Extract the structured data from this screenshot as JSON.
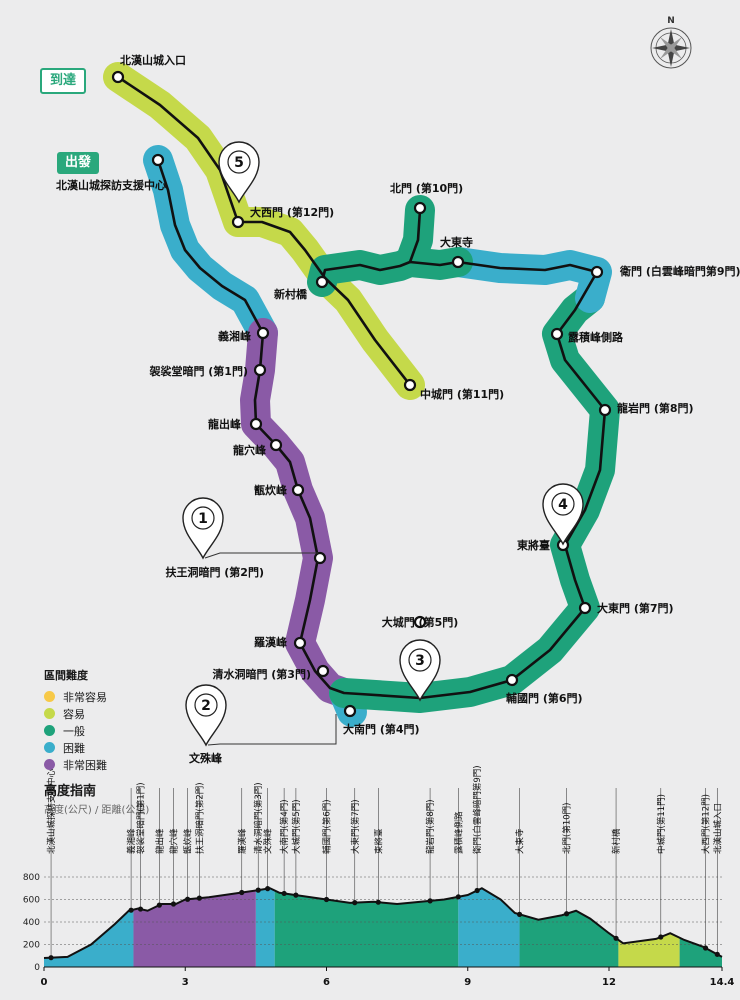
{
  "map": {
    "badges": {
      "arrive": "到達",
      "start": "出發"
    },
    "compass_letter": "N",
    "points": [
      {
        "id": "entrance",
        "label": "北漢山城入口"
      },
      {
        "id": "center",
        "label": "北漢山城探訪支援中心"
      },
      {
        "id": "daeseomun",
        "label": "大西門 (第12門)"
      },
      {
        "id": "bukmun",
        "label": "北門 (第10門)"
      },
      {
        "id": "daedongsa",
        "label": "大東寺"
      },
      {
        "id": "wimun",
        "label": "衛門 (白雲峰暗門第9門)"
      },
      {
        "id": "sinchongyo",
        "label": "新村橋"
      },
      {
        "id": "jeokbong",
        "label": "露積峰側路"
      },
      {
        "id": "uisangbong",
        "label": "義湘峰"
      },
      {
        "id": "gasadang",
        "label": "袈裟堂暗門 (第1門)"
      },
      {
        "id": "jungseongmun",
        "label": "中城門 (第11門)"
      },
      {
        "id": "yongammun",
        "label": "龍岩門 (第8門)"
      },
      {
        "id": "yongchulbong",
        "label": "龍出峰"
      },
      {
        "id": "yonghyeolbong",
        "label": "龍穴峰"
      },
      {
        "id": "jeungchwibong",
        "label": "甑炊峰"
      },
      {
        "id": "dongjangdae",
        "label": "東將臺"
      },
      {
        "id": "buwang",
        "label": "扶王洞暗門 (第2門)"
      },
      {
        "id": "daedongmun",
        "label": "大東門 (第7門)"
      },
      {
        "id": "daeseongmun",
        "label": "大城門 (第5門)"
      },
      {
        "id": "nahanbong",
        "label": "羅漢峰"
      },
      {
        "id": "cheongsu",
        "label": "清水洞暗門 (第3門)"
      },
      {
        "id": "bogungmun",
        "label": "輔國門 (第6門)"
      },
      {
        "id": "daenammun",
        "label": "大南門 (第4門)"
      },
      {
        "id": "munsubong",
        "label": "文殊峰"
      }
    ],
    "pins": [
      "1",
      "2",
      "3",
      "4",
      "5"
    ]
  },
  "legend": {
    "title": "區間難度",
    "items": [
      {
        "label": "非常容易",
        "color": "#f7c948"
      },
      {
        "label": "容易",
        "color": "#c5d94a"
      },
      {
        "label": "一般",
        "color": "#1ea27b"
      },
      {
        "label": "困難",
        "color": "#3aaecb"
      },
      {
        "label": "非常困難",
        "color": "#8a5aa6"
      }
    ]
  },
  "elevation": {
    "title": "高度指南",
    "subtitle": "高度(公尺) / 距離(公里)",
    "chart_data": {
      "type": "area",
      "xlim": [
        0,
        14.4
      ],
      "ylim": [
        0,
        900
      ],
      "y_ticks": [
        "0",
        "200",
        "400",
        "600",
        "800"
      ],
      "x_ticks": [
        "0",
        "3",
        "6",
        "9",
        "12",
        "14.4"
      ],
      "profile": [
        [
          0,
          80
        ],
        [
          0.5,
          90
        ],
        [
          1.0,
          200
        ],
        [
          1.5,
          380
        ],
        [
          1.8,
          500
        ],
        [
          2.0,
          520
        ],
        [
          2.2,
          500
        ],
        [
          2.5,
          560
        ],
        [
          2.8,
          560
        ],
        [
          3.0,
          600
        ],
        [
          3.5,
          620
        ],
        [
          4.0,
          650
        ],
        [
          4.5,
          680
        ],
        [
          4.8,
          700
        ],
        [
          5.0,
          660
        ],
        [
          5.5,
          630
        ],
        [
          6.0,
          600
        ],
        [
          6.5,
          570
        ],
        [
          7.0,
          580
        ],
        [
          7.5,
          560
        ],
        [
          8.0,
          580
        ],
        [
          8.5,
          600
        ],
        [
          9.0,
          640
        ],
        [
          9.3,
          700
        ],
        [
          9.7,
          600
        ],
        [
          10.0,
          480
        ],
        [
          10.5,
          420
        ],
        [
          11.0,
          460
        ],
        [
          11.3,
          500
        ],
        [
          11.6,
          430
        ],
        [
          12.0,
          300
        ],
        [
          12.3,
          210
        ],
        [
          13.0,
          250
        ],
        [
          13.3,
          300
        ],
        [
          13.6,
          240
        ],
        [
          14.0,
          180
        ],
        [
          14.4,
          90
        ]
      ],
      "segments": [
        {
          "from": 0,
          "to": 1.9,
          "color": "#3aaecb"
        },
        {
          "from": 1.9,
          "to": 4.5,
          "color": "#8a5aa6"
        },
        {
          "from": 4.5,
          "to": 4.9,
          "color": "#3aaecb"
        },
        {
          "from": 4.9,
          "to": 8.8,
          "color": "#1ea27b"
        },
        {
          "from": 8.8,
          "to": 10.1,
          "color": "#3aaecb"
        },
        {
          "from": 10.1,
          "to": 12.2,
          "color": "#1ea27b"
        },
        {
          "from": 12.2,
          "to": 13.5,
          "color": "#c5d94a"
        },
        {
          "from": 13.5,
          "to": 14.4,
          "color": "#1ea27b"
        }
      ],
      "markers": [
        {
          "km": 0.15,
          "label": "北漢山城探訪支援中心"
        },
        {
          "km": 1.85,
          "label": "義湘峰"
        },
        {
          "km": 2.05,
          "label": "袈裟堂暗門(第1門)"
        },
        {
          "km": 2.45,
          "label": "龍出峰"
        },
        {
          "km": 2.75,
          "label": "龍穴峰"
        },
        {
          "km": 3.05,
          "label": "甑炊峰"
        },
        {
          "km": 3.3,
          "label": "扶王洞暗門(第2門)"
        },
        {
          "km": 4.2,
          "label": "羅漢峰"
        },
        {
          "km": 4.55,
          "label": "清水洞暗門(第3門)"
        },
        {
          "km": 4.75,
          "label": "文殊峰"
        },
        {
          "km": 5.1,
          "label": "大南門(第4門)"
        },
        {
          "km": 5.35,
          "label": "大城門(第5門)"
        },
        {
          "km": 6.0,
          "label": "輔國門(第6門)"
        },
        {
          "km": 6.6,
          "label": "大東門(第7門)"
        },
        {
          "km": 7.1,
          "label": "東將臺"
        },
        {
          "km": 8.2,
          "label": "龍岩門(第8門)"
        },
        {
          "km": 8.8,
          "label": "露積峰側路"
        },
        {
          "km": 9.2,
          "label": "衛門(白雲峰暗門第9門)"
        },
        {
          "km": 10.1,
          "label": "大東寺"
        },
        {
          "km": 11.1,
          "label": "北門(第10門)"
        },
        {
          "km": 12.15,
          "label": "新村橋"
        },
        {
          "km": 13.1,
          "label": "中城門(第11門)"
        },
        {
          "km": 14.05,
          "label": "大西門(第12門)"
        },
        {
          "km": 14.3,
          "label": "北漢山城入口"
        }
      ]
    }
  }
}
